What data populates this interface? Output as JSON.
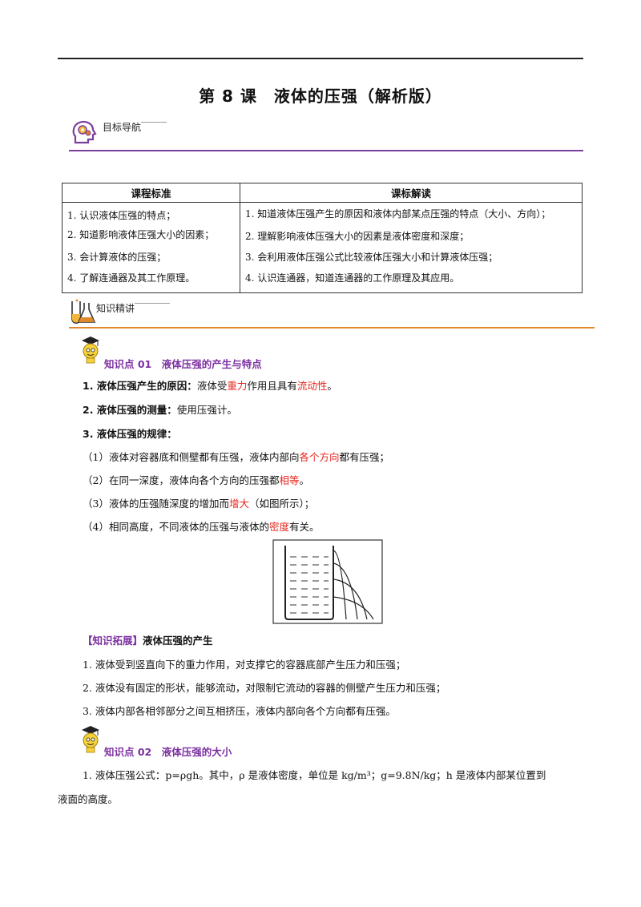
{
  "title": "第 8 课　液体的压强（解析版）",
  "sections": {
    "goal_nav": "目标导航",
    "knowledge_detail": "知识精讲"
  },
  "standards_table": {
    "headers": [
      "课程标准",
      "课标解读"
    ],
    "left": [
      "1. 认识液体压强的特点；",
      "2. 知道影响液体压强大小的因素；",
      "3. 会计算液体的压强；",
      "4. 了解连通器及其工作原理。"
    ],
    "right": [
      "1. 知道液体压强产生的原因和液体内部某点压强的特点（大小、方向）；",
      "2. 理解影响液体压强大小的因素是液体密度和深度；",
      "3. 会利用液体压强公式比较液体压强大小和计算液体压强；",
      "4. 认识连通器，知道连通器的工作原理及其应用。"
    ]
  },
  "kp1": {
    "heading": "知识点 01　液体压强的产生与特点",
    "p1_label": "1. 液体压强产生的原因：",
    "p1_a": "液体受",
    "p1_red1": "重力",
    "p1_b": "作用且具有",
    "p1_red2": "流动性",
    "p1_c": "。",
    "p2_label": "2. 液体压强的测量：",
    "p2_text": "使用压强计。",
    "p3_label": "3. 液体压强的规律：",
    "r1_a": "（1）液体对容器底和侧壁都有压强，液体内部向",
    "r1_red": "各个方向",
    "r1_b": "都有压强；",
    "r2_a": "（2）在同一深度，液体向各个方向的压强都",
    "r2_red": "相等",
    "r2_b": "。",
    "r3_a": "（3）液体的压强随深度的增加而",
    "r3_red": "增大",
    "r3_b": "（如图所示）；",
    "r4_a": "（4）相同高度，不同液体的压强与液体的",
    "r4_red": "密度",
    "r4_b": "有关。"
  },
  "extension": {
    "tag": "【知识拓展】",
    "heading": "液体压强的产生",
    "items": [
      "1. 液体受到竖直向下的重力作用，对支撑它的容器底部产生压力和压强；",
      "2. 液体没有固定的形状，能够流动，对限制它流动的容器的侧壁产生压力和压强；",
      "3. 液体内部各相邻部分之间互相挤压，液体内部向各个方向都有压强。"
    ]
  },
  "kp2": {
    "heading": "知识点 02　液体压强的大小",
    "formula_line1": "1. 液体压强公式：p=ρgh。其中，ρ 是液体密度，单位是 kg/m³；g=9.8N/kg；h 是液体内部某位置到",
    "formula_line2": "液面的高度。"
  },
  "colors": {
    "purple": "#7b2fa0",
    "orange": "#e0892a",
    "red": "#e8261f"
  }
}
